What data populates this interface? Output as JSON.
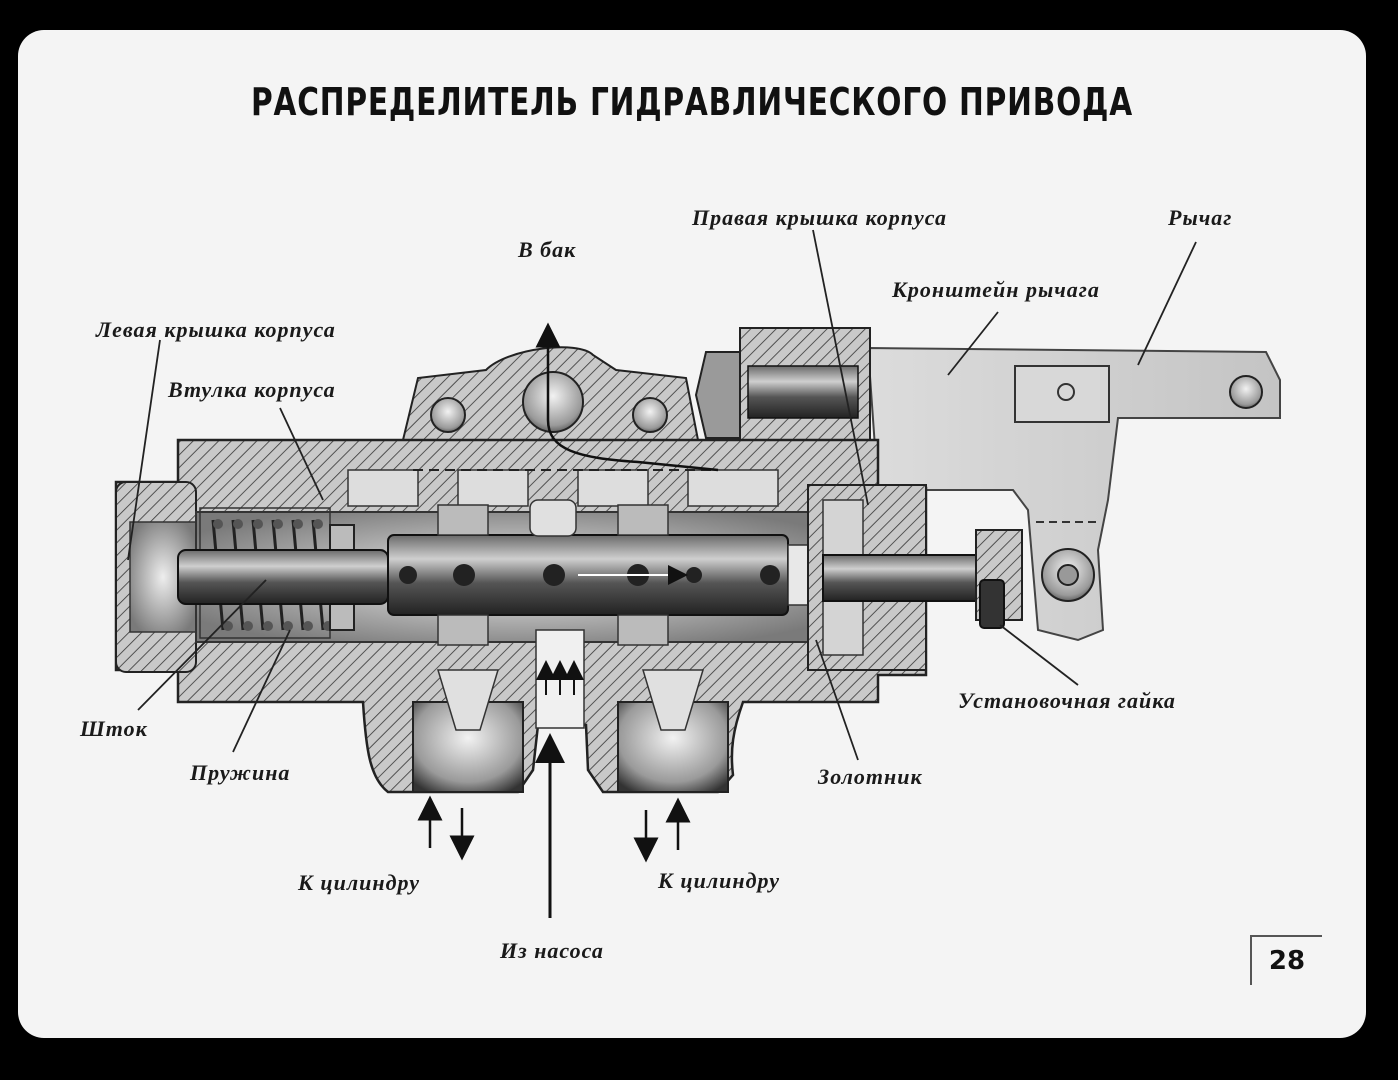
{
  "title": "РАСПРЕДЕЛИТЕЛЬ ГИДРАВЛИЧЕСКОГО ПРИВОДА",
  "page_number": "28",
  "labels": {
    "tank": "В бак",
    "right_cover": "Правая крышка корпуса",
    "lever": "Рычаг",
    "lever_bracket": "Кронштейн рычага",
    "left_cover": "Левая крышка корпуса",
    "housing_sleeve": "Втулка корпуса",
    "rod": "Шток",
    "spring": "Пружина",
    "spool": "Золотник",
    "adjusting_nut": "Установочная гайка",
    "to_cylinder_left": "К цилиндру",
    "to_cylinder_right": "К цилиндру",
    "from_pump": "Из насоса"
  },
  "colors": {
    "background": "#000000",
    "slide": "#f4f4f4",
    "metal_dark": "#2a2a2a",
    "metal_light": "#cfcfcf",
    "ink": "#1a1a1a"
  }
}
